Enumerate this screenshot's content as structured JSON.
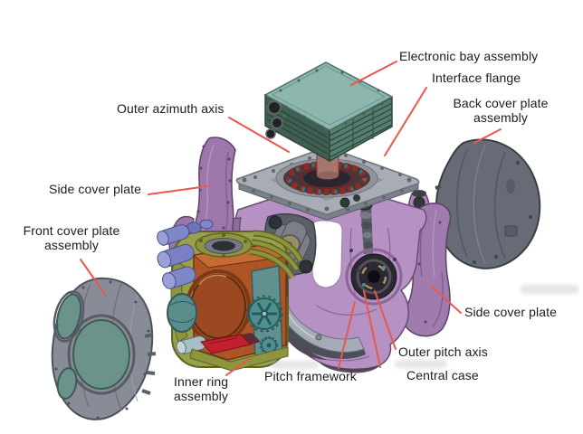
{
  "labels": {
    "electronic_bay": {
      "text": "Electronic bay assembly"
    },
    "interface_flange": {
      "text": "Interface flange"
    },
    "back_cover": {
      "text": "Back cover plate\nassembly"
    },
    "outer_azimuth": {
      "text": "Outer azimuth axis"
    },
    "side_cover_left": {
      "text": "Side cover plate"
    },
    "front_cover": {
      "text": "Front cover plate\nassembly"
    },
    "inner_ring": {
      "text": "Inner ring\nassembly"
    },
    "pitch_framework": {
      "text": "Pitch framework"
    },
    "central_case": {
      "text": "Central case"
    },
    "outer_pitch": {
      "text": "Outer pitch axis"
    },
    "side_cover_right": {
      "text": "Side cover plate"
    }
  },
  "colors": {
    "background": "#ffffff",
    "label_text": "#1c1c1c",
    "leader_line": "#e8584e",
    "electronic_bay_teal_top": "#8cb6ae",
    "electronic_bay_teal_side": "#3f5f53",
    "flange_gray": "#a8adb5",
    "motor_coil_red": "#8a2b24",
    "motor_coil_teal": "#2f7d7d",
    "shaft_brown": "#a5766b",
    "central_case_purple": "#b691c3",
    "side_cover_purple": "#9d77aa",
    "back_cover_gray": "#666b76",
    "front_cover_gray": "#878c97",
    "window_teal": "#6b938c",
    "inner_ring_olive": "#99a04b",
    "lens_orange": "#ad5526",
    "lens_face_rust": "#9c4820",
    "sensor_blue": "#8087c8",
    "gear_teal": "#4f8f8f",
    "red_block": "#c2202f",
    "framework_gray": "#a6acb7"
  }
}
